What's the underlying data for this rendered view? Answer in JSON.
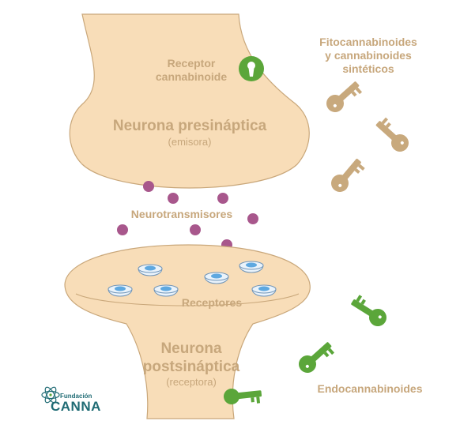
{
  "presynaptic": {
    "receptor_label_line1": "Receptor",
    "receptor_label_line2": "cannabinoide",
    "title": "Neurona presináptica",
    "subtitle": "(emisora)"
  },
  "phyto_label": {
    "line1": "Fitocannabinoides",
    "line2": "y cannabinoides",
    "line3": "sintéticos"
  },
  "neurotransmitters_label": "Neurotransmisores",
  "receptors_label": "Receptores",
  "postsynaptic": {
    "title_line1": "Neurona",
    "title_line2": "postsináptica",
    "subtitle": "(receptora)"
  },
  "endocannabinoids_label": "Endocannabinoides",
  "logo": {
    "line1": "Fundación",
    "line2": "CANNA"
  },
  "colors": {
    "neuron_fill": "#f8ddb8",
    "neuron_stroke": "#c9a77a",
    "label_text": "#c7a77c",
    "neurotransmitter": "#a8578c",
    "receptor_cup": "#eaf3fb",
    "receptor_stroke": "#6f94b8",
    "receptor_top": "#5ea8e0",
    "tan_key": "#c8a97d",
    "green_key": "#5ba63a",
    "logo_text": "#1f6b74"
  },
  "icons": {
    "receptor": "keyhole-icon",
    "phyto_keys": "key-icon",
    "endo_keys": "key-icon",
    "logo": "atom-logo-icon"
  }
}
